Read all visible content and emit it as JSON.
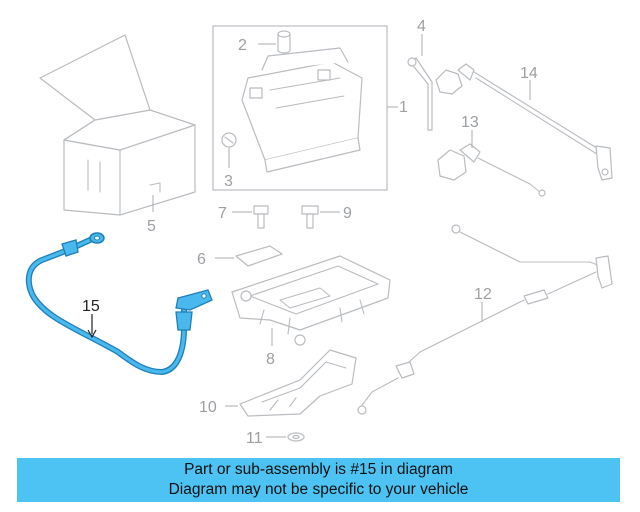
{
  "callouts": {
    "c1": "1",
    "c2": "2",
    "c3": "3",
    "c4": "4",
    "c5": "5",
    "c6": "6",
    "c7": "7",
    "c8": "8",
    "c9": "9",
    "c10": "10",
    "c11": "11",
    "c12": "12",
    "c13": "13",
    "c14": "14",
    "c15": "15"
  },
  "highlight_color": "#49b8ec",
  "banner": {
    "line1": "Part or sub-assembly is #15 in diagram",
    "line2": "Diagram may not be specific to your vehicle",
    "background": "#4cc3f2"
  }
}
